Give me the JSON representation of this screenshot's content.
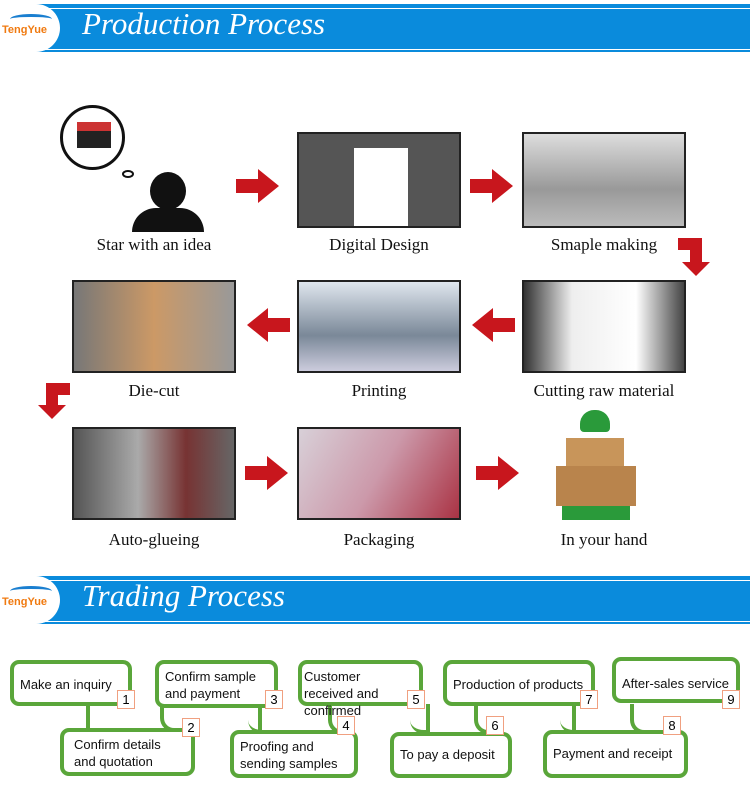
{
  "logo_text": "TengYue",
  "production": {
    "title": "Production Process",
    "steps": [
      "Star with an idea",
      "Digital Design",
      "Smaple making",
      "Die-cut",
      "Printing",
      "Cutting raw material",
      "Auto-glueing",
      "Packaging",
      "In your hand"
    ]
  },
  "trading": {
    "title": "Trading Process",
    "steps": [
      {
        "n": "1",
        "label": "Make an inquiry"
      },
      {
        "n": "2",
        "label": "Confirm details and quotation"
      },
      {
        "n": "3",
        "label": "Confirm sample and payment"
      },
      {
        "n": "4",
        "label": "Proofing and sending samples"
      },
      {
        "n": "5",
        "label": "Customer received and confirmed"
      },
      {
        "n": "6",
        "label": "To pay a deposit"
      },
      {
        "n": "7",
        "label": "Production of products"
      },
      {
        "n": "8",
        "label": "Payment and receipt"
      },
      {
        "n": "9",
        "label": "After-sales service"
      }
    ]
  },
  "colors": {
    "header": "#0a8bdc",
    "arrow": "#c8161d",
    "box_border": "#5aa63a"
  }
}
